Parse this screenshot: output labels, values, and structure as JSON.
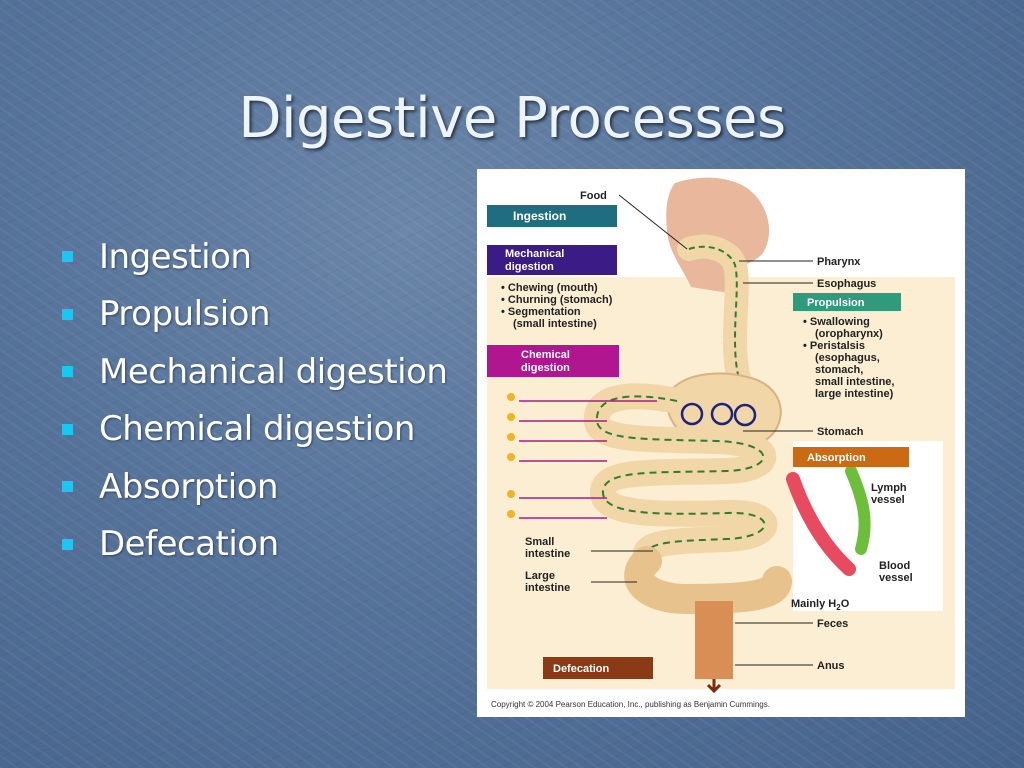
{
  "slide": {
    "title": "Digestive Processes",
    "bullets": [
      "Ingestion",
      "Propulsion",
      "Mechanical digestion",
      "Chemical digestion",
      "Absorption",
      "Defecation"
    ]
  },
  "figure": {
    "boxes": {
      "ingestion": "Ingestion",
      "mechanical_1": "Mechanical",
      "mechanical_2": "digestion",
      "propulsion": "Propulsion",
      "chemical_1": "Chemical",
      "chemical_2": "digestion",
      "absorption": "Absorption",
      "defecation": "Defecation"
    },
    "labels": {
      "food": "Food",
      "pharynx": "Pharynx",
      "esophagus": "Esophagus",
      "stomach": "Stomach",
      "lymph_1": "Lymph",
      "lymph_2": "vessel",
      "blood_1": "Blood",
      "blood_2": "vessel",
      "small_int_1": "Small",
      "small_int_2": "intestine",
      "large_int_1": "Large",
      "large_int_2": "intestine",
      "water_main": "Mainly H",
      "water_sub": "2",
      "water_end": "O",
      "feces": "Feces",
      "anus": "Anus"
    },
    "mechanical_list": [
      "• Chewing (mouth)",
      "• Churning (stomach)",
      "• Segmentation",
      "(small intestine)"
    ],
    "propulsion_list": [
      "• Swallowing",
      "(oropharynx)",
      "• Peristalsis",
      "(esophagus,",
      "stomach,",
      "small intestine,",
      "large intestine)"
    ],
    "copyright": "Copyright © 2004 Pearson Education, Inc., publishing as Benjamin Cummings."
  },
  "colors": {
    "title_text": "#eef4fb",
    "bullet_square": "#17c8f2",
    "ingestion_box": "#1f6e80",
    "mechanical_box": "#3b1c86",
    "propulsion_box": "#2f9a7c",
    "chemical_box": "#b0168f",
    "absorption_box": "#cc6a14",
    "defecation_box": "#8a3a14",
    "gut_tan": "#f1d6a8",
    "panel_cream": "#fbeed3"
  }
}
